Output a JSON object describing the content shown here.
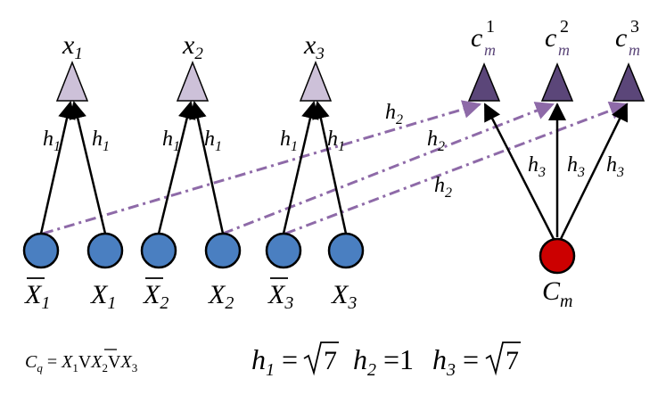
{
  "colors": {
    "light_triangle": "#cdc1d9",
    "dark_triangle": "#5b4679",
    "blue_node": "#4a7fc1",
    "red_node": "#cc0000",
    "dashed_line": "#8e6aa8",
    "stroke": "#000000"
  },
  "top_triangles": [
    {
      "label": "x",
      "sub": "1"
    },
    {
      "label": "x",
      "sub": "2"
    },
    {
      "label": "x",
      "sub": "3"
    }
  ],
  "clause_triangles": [
    {
      "label": "c",
      "sub": "m",
      "sup": "1"
    },
    {
      "label": "c",
      "sub": "m",
      "sup": "2"
    },
    {
      "label": "c",
      "sub": "m",
      "sup": "3"
    }
  ],
  "literal_nodes": [
    {
      "label": "X",
      "sub": "1",
      "bar": true
    },
    {
      "label": "X",
      "sub": "1",
      "bar": false
    },
    {
      "label": "X",
      "sub": "2",
      "bar": true
    },
    {
      "label": "X",
      "sub": "2",
      "bar": false
    },
    {
      "label": "X",
      "sub": "3",
      "bar": true
    },
    {
      "label": "X",
      "sub": "3",
      "bar": false
    }
  ],
  "clause_node": {
    "label": "C",
    "sub": "m"
  },
  "edge_labels": {
    "h1": {
      "label": "h",
      "sub": "1"
    },
    "h2": {
      "label": "h",
      "sub": "2"
    },
    "h3": {
      "label": "h",
      "sub": "3"
    }
  },
  "formula": {
    "lhs": "C",
    "lhs_sub": "q",
    "equals": " = ",
    "t1": "X",
    "t1_sub": "1",
    "or1": "V",
    "t2": "X",
    "t2_sub": "2",
    "or2": "V",
    "t3": "X",
    "t3_sub": "3"
  },
  "weights": {
    "h1": {
      "label": "h",
      "sub": "1",
      "eq": " = ",
      "radicand": "7"
    },
    "h2": {
      "label": "h",
      "sub": "2",
      "eq": " =1"
    },
    "h3": {
      "label": "h",
      "sub": "3",
      "eq": " = ",
      "radicand": "7"
    }
  }
}
